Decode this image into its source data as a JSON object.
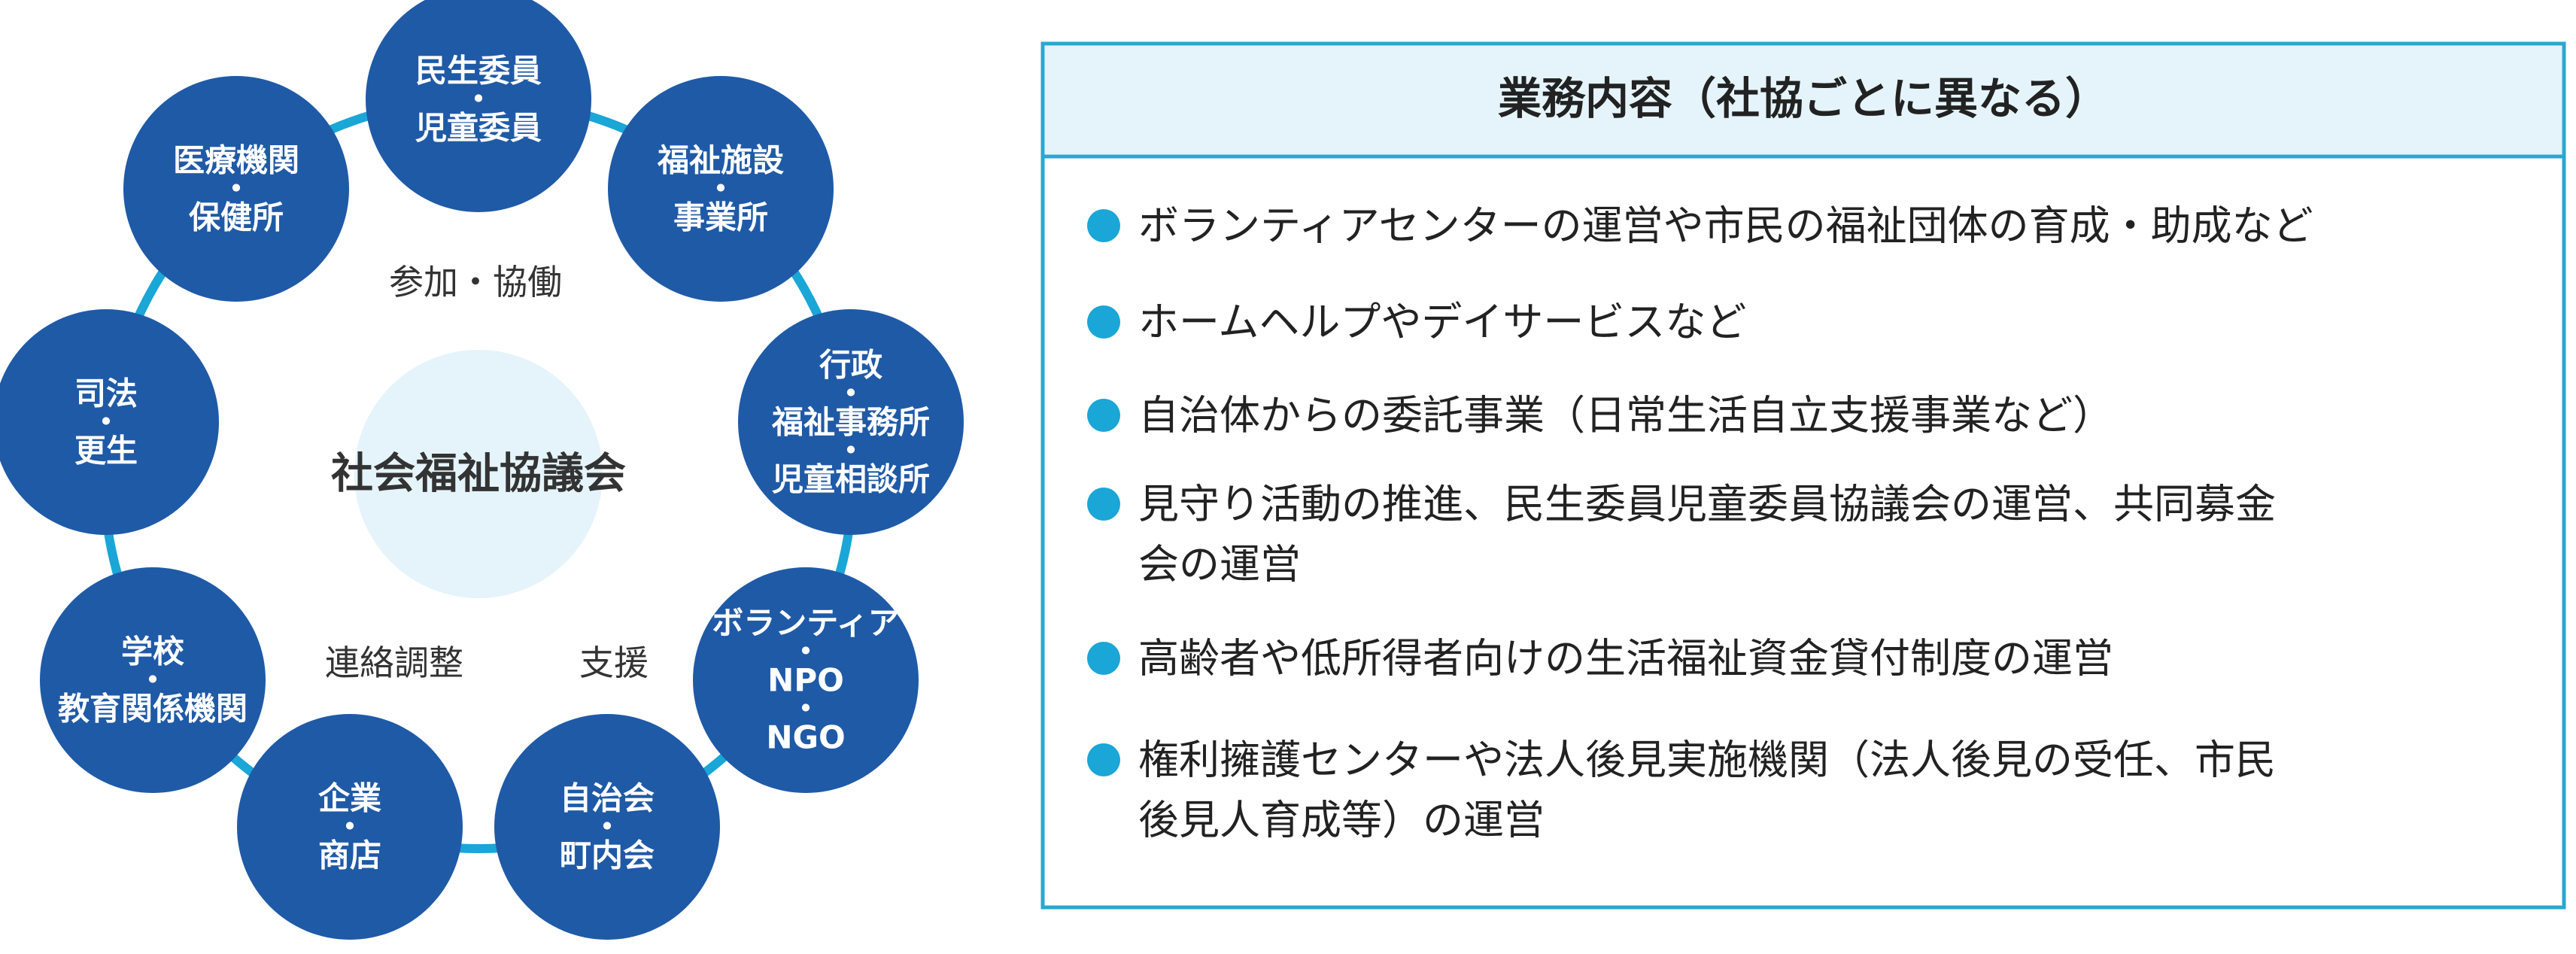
{
  "diagram": {
    "center_label": "社会福祉協議会",
    "relations": [
      "参加・協働",
      "連絡調整",
      "支援"
    ],
    "nodes": [
      {
        "lines": [
          "民生委員",
          "・",
          "児童委員"
        ]
      },
      {
        "lines": [
          "福祉施設",
          "・",
          "事業所"
        ]
      },
      {
        "lines": [
          "行政",
          "・",
          "福祉事務所",
          "・",
          "児童相談所"
        ]
      },
      {
        "lines": [
          "ボランティア",
          "・",
          "NPO",
          "・",
          "NGO"
        ]
      },
      {
        "lines": [
          "自治会",
          "・",
          "町内会"
        ]
      },
      {
        "lines": [
          "企業",
          "・",
          "商店"
        ]
      },
      {
        "lines": [
          "学校",
          "・",
          "教育関係機関"
        ]
      },
      {
        "lines": [
          "司法",
          "・",
          "更生"
        ]
      },
      {
        "lines": [
          "医療機関",
          "・",
          "保健所"
        ]
      }
    ]
  },
  "business_box": {
    "title": "業務内容（社協ごとに異なる）",
    "items": [
      {
        "lines": [
          "ボランティアセンターの運営や市民の福祉団体の育成・助成など"
        ]
      },
      {
        "lines": [
          "ホームヘルプやデイサービスなど"
        ]
      },
      {
        "lines": [
          "自治体からの委託事業（日常生活自立支援事業など）"
        ]
      },
      {
        "lines": [
          "見守り活動の推進、民生委員児童委員協議会の運営、共同募金",
          "会の運営"
        ]
      },
      {
        "lines": [
          "高齢者や低所得者向けの生活福祉資金貸付制度の運営"
        ]
      },
      {
        "lines": [
          "権利擁護センターや法人後見実施機関（法人後見の受任、市民",
          "後見人育成等）の運営"
        ]
      }
    ]
  },
  "colors": {
    "node_fill": "#1f5aa7",
    "ring": "#1aa6d6",
    "center_fill": "#e4f4fa",
    "box_border": "#2aa7d1",
    "bullet": "#1aa6d6"
  }
}
